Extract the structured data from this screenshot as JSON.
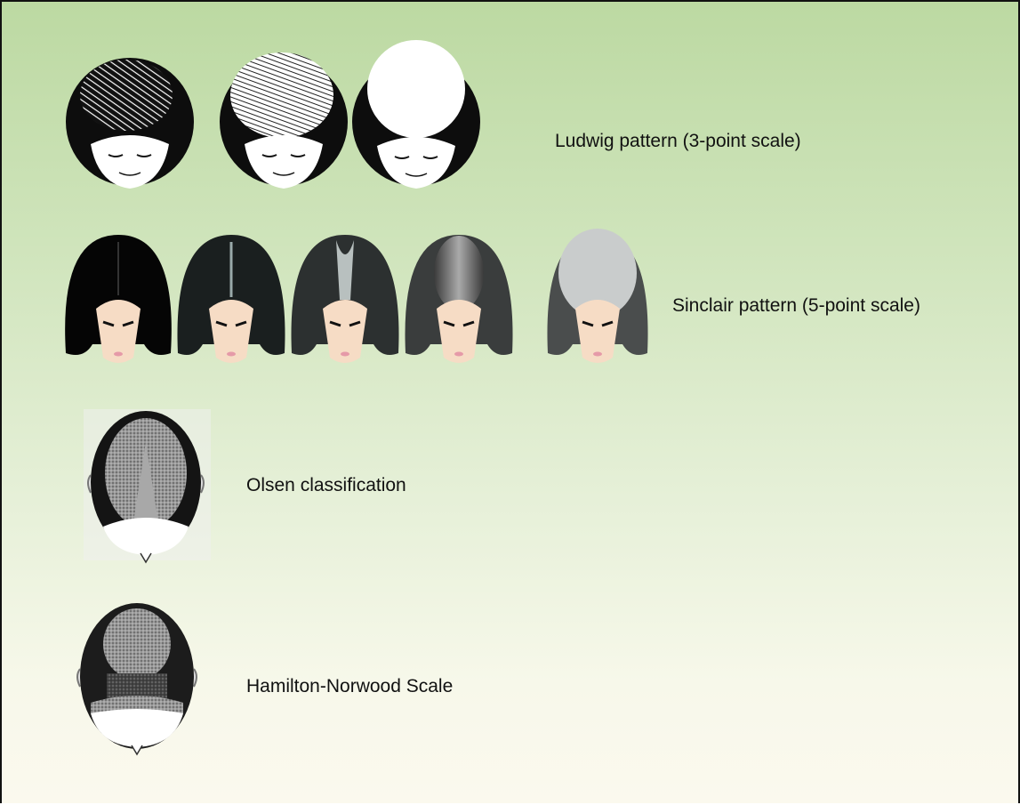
{
  "figure": {
    "rows": [
      {
        "label": "Ludwig pattern (3-point scale)",
        "stages": 3
      },
      {
        "label": "Sinclair pattern (5-point scale)",
        "stages": 5
      },
      {
        "label": "Olsen classification",
        "stages": 1
      },
      {
        "label": "Hamilton-Norwood Scale",
        "stages": 1
      }
    ]
  }
}
